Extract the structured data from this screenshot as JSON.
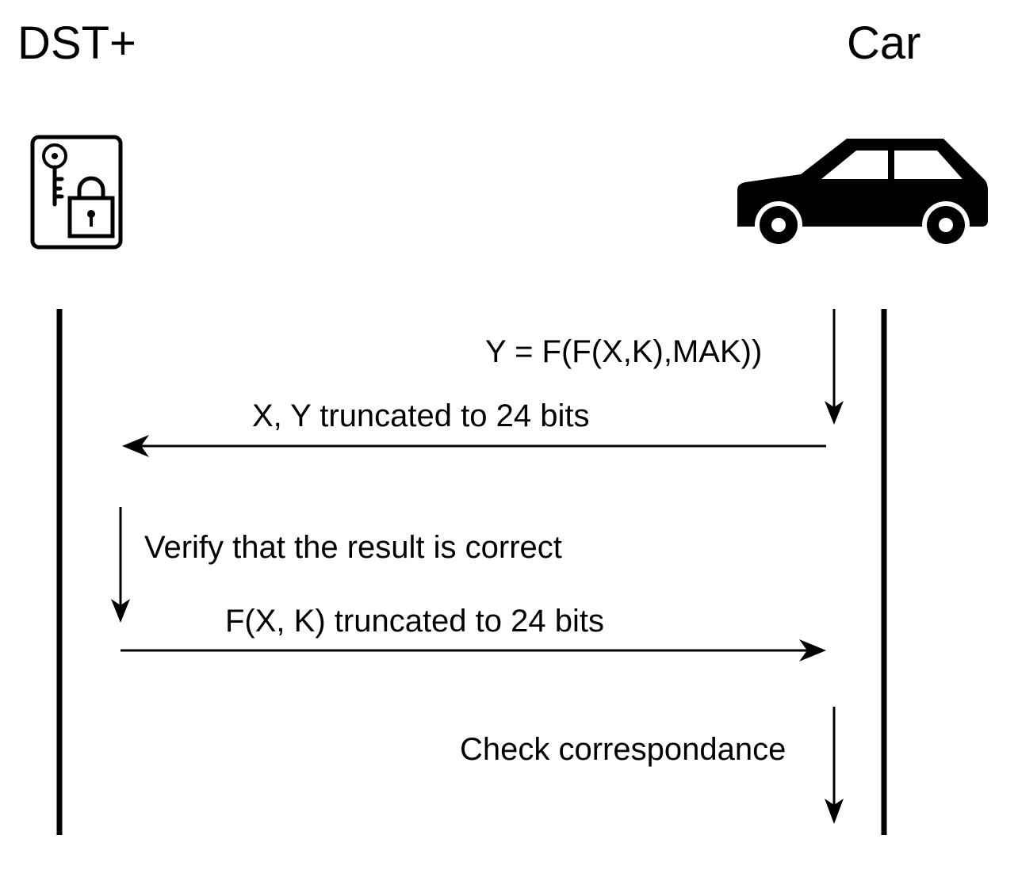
{
  "participants": {
    "left": {
      "name": "DST+",
      "icon": "key-lock-card-icon"
    },
    "right": {
      "name": "Car",
      "icon": "car-icon"
    }
  },
  "steps": {
    "compute_y": "Y = F(F(X,K),MAK))",
    "send_xy": "X, Y truncated to 24 bits",
    "verify": "Verify that the result is correct",
    "send_fxk": "F(X, K) truncated to 24 bits",
    "check": "Check correspondance"
  },
  "colors": {
    "ink": "#000000",
    "background": "#ffffff"
  }
}
